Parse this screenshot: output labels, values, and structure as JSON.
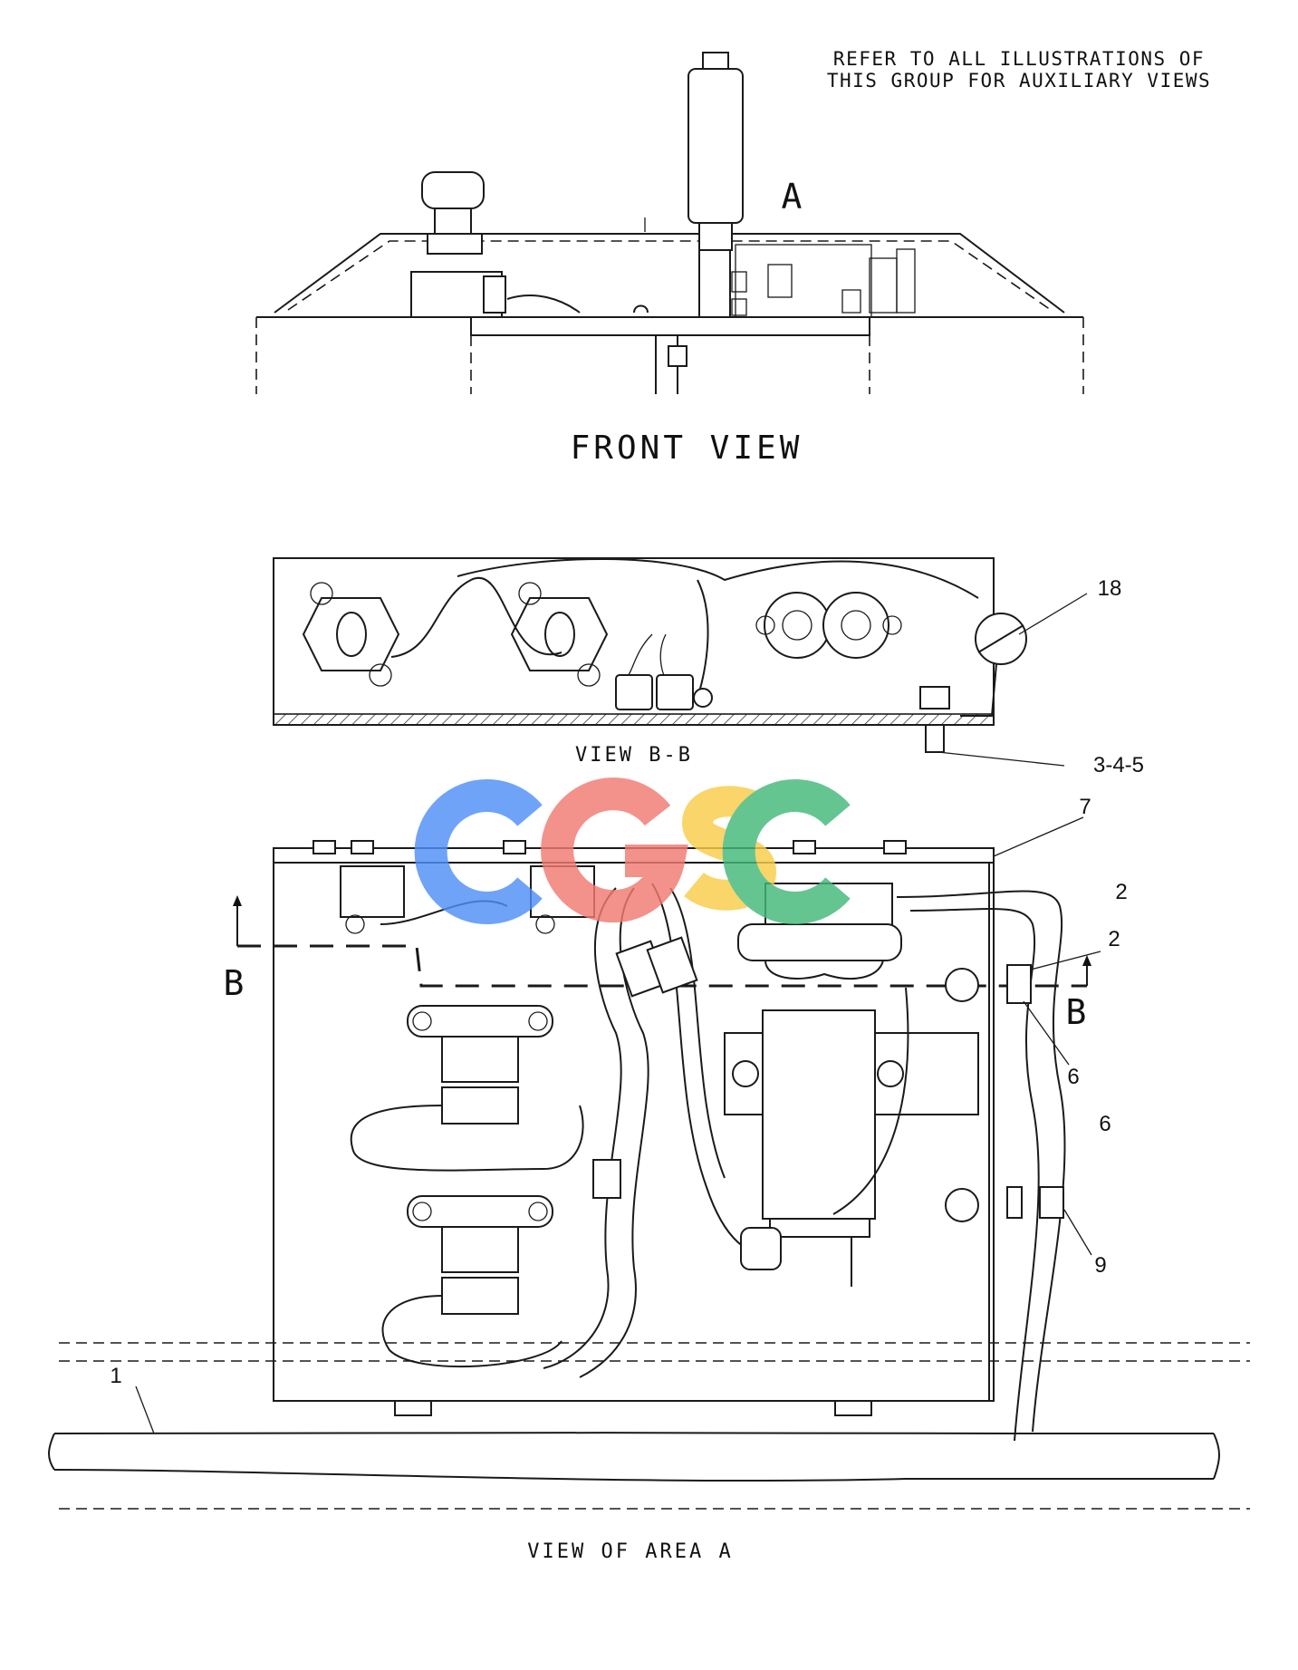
{
  "header_note": {
    "line1": "REFER TO ALL ILLUSTRATIONS OF",
    "line2": "THIS GROUP FOR AUXILIARY VIEWS"
  },
  "front_view": {
    "title": "FRONT VIEW",
    "area_marker": "A"
  },
  "view_bb": {
    "title": "VIEW B-B",
    "callouts": [
      "18",
      "3-4-5"
    ]
  },
  "view_area_a": {
    "title": "VIEW OF AREA A",
    "section_marker": "B",
    "callouts": [
      "7",
      "2",
      "2",
      "6",
      "6",
      "9",
      "1"
    ]
  },
  "watermark": {
    "text": "CGSC",
    "colors": [
      "#4f8ff7",
      "#f07b72",
      "#f8cc4a",
      "#44b97a"
    ]
  }
}
